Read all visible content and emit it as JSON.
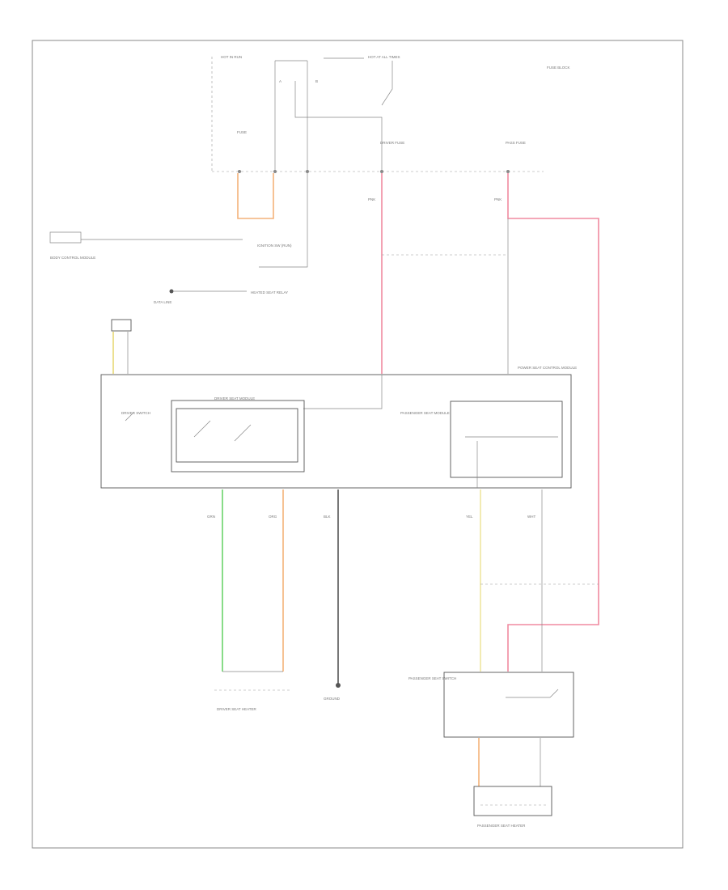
{
  "diagram": {
    "colors": {
      "border": "#888888",
      "box": "#555555",
      "black_wire": "#555555",
      "pink_wire": "#f08aa0",
      "green_wire": "#6ad36a",
      "orange_wire": "#f3b27a",
      "yellow_wire": "#eee6a0",
      "label": "#777777"
    },
    "footer_code": "",
    "labels": {
      "hot_in_run": "HOT IN RUN",
      "hot_at_all_times": "HOT AT ALL TIMES",
      "fuse_top": "FUSE",
      "fuse_driver": "DRIVER FUSE",
      "fuse_passenger": "PASS FUSE",
      "fuse_block": "FUSE BLOCK",
      "ignition_note": "IGNITION SW (RUN)",
      "heated_seat_note": "HEATED SEAT RELAY",
      "bcm_note": "BODY CONTROL MODULE",
      "data_note": "DATA LINE",
      "driver_module_sw": "DRIVER SWITCH",
      "driver_module": "DRIVER SEAT MODULE",
      "power_module": "POWER SEAT CONTROL MODULE",
      "passenger_module": "PASSENGER SEAT MODULE",
      "ground": "GROUND",
      "driver_heater": "DRIVER SEAT HEATER",
      "passenger_switch": "PASSENGER SEAT SWITCH",
      "passenger_heater": "PASSENGER SEAT HEATER",
      "connector_a": "A",
      "connector_b": "B",
      "wire_pnk": "PNK",
      "wire_grn": "GRN",
      "wire_org": "ORG",
      "wire_blk": "BLK",
      "wire_yel": "YEL",
      "wire_wht": "WHT"
    }
  }
}
